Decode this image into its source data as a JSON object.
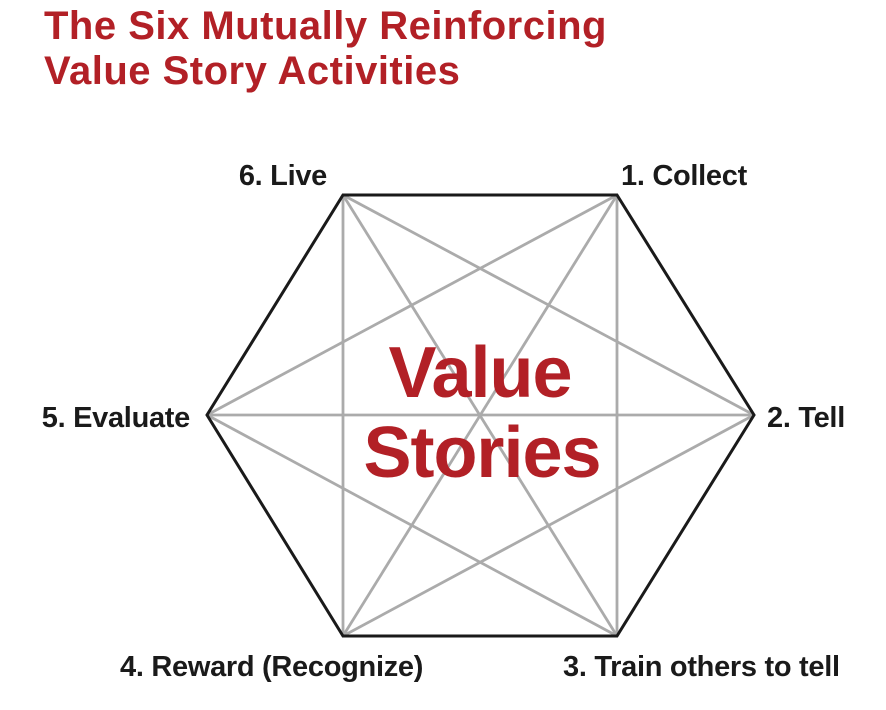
{
  "title": {
    "line1": "The Six Mutually Reinforcing",
    "line2": "Value Story Activities"
  },
  "center": {
    "line1": "Value",
    "line2": "Stories"
  },
  "labels": {
    "collect": "1. Collect",
    "tell": "2. Tell",
    "train": "3. Train others to tell",
    "reward": "4. Reward (Recognize)",
    "evaluate": "5. Evaluate",
    "live": "6. Live"
  },
  "colors": {
    "accent_red": "#B22026",
    "line_black": "#1A1A1A",
    "line_gray": "#ABABAB",
    "background": "#FFFFFF"
  },
  "diagram_description": "Hexagon with six labeled vertices, all vertices interconnected by gray lines (complete graph), black outer outline, red center caption"
}
